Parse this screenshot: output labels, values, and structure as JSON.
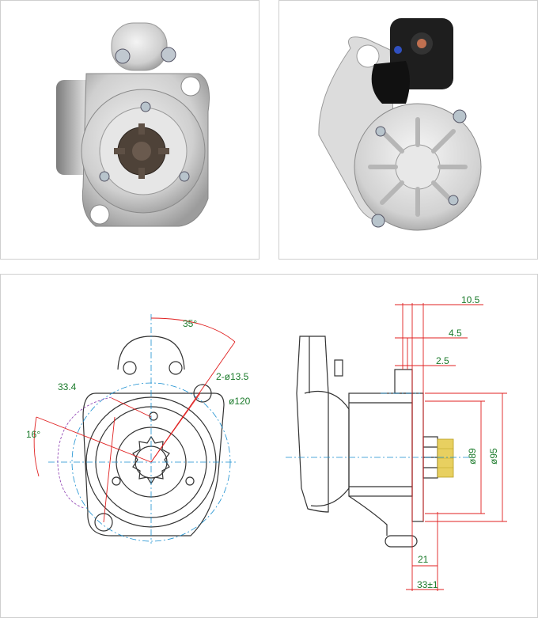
{
  "photos": {
    "left": {
      "icon": "starter-motor-front-photo"
    },
    "right": {
      "icon": "starter-motor-rear-photo"
    }
  },
  "drawing": {
    "front": {
      "angle_top": "35°",
      "bolt_holes": "2-ø13.5",
      "bolt_circle": "ø120",
      "angle_small": "33.4",
      "angle_left": "16°"
    },
    "side": {
      "dim_10_5": "10.5",
      "dim_4_5": "4.5",
      "dim_2_5": "2.5",
      "pilot_dia": "ø89",
      "flange_dia": "ø95",
      "dim_21": "21",
      "dim_33": "33±1"
    },
    "colors": {
      "outline": "#333333",
      "centerline": "#1a8fd0",
      "dim_line": "#e02020",
      "dim_text": "#1a7a2a",
      "gear": "#e8d060"
    }
  }
}
